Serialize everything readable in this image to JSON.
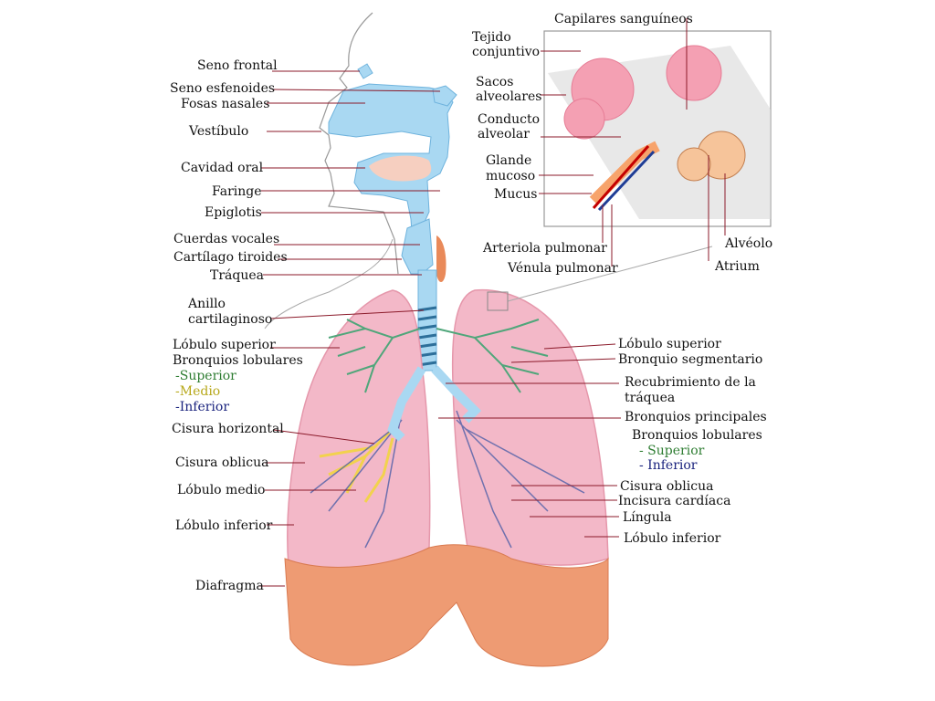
{
  "colors": {
    "airway_blue": "#a9d8f2",
    "lung_pink": "#f3b8c8",
    "diaphragm": "#ee9b73",
    "bronchi_green": "#4fa67a",
    "middle_lobe_yellow": "#f2d24d",
    "inferior_blue": "#4e5fa8",
    "leader_line": "#8b1a2a"
  },
  "left_labels": {
    "seno_frontal": "Seno frontal",
    "seno_esfenoides": "Seno esfenoides",
    "fosas_nasales": "Fosas nasales",
    "vestibulo": "Vestíbulo",
    "cavidad_oral": "Cavidad oral",
    "faringe": "Faringe",
    "epiglotis": "Epiglotis",
    "cuerdas_vocales": "Cuerdas vocales",
    "cartilago_tiroides": "Cartílago tiroides",
    "traquea": "Tráquea",
    "anillo_1": "Anillo",
    "anillo_2": "cartilaginoso",
    "lobulo_superior": "Lóbulo superior",
    "bronquios_lobulares": "Bronquios lobulares",
    "superior": "-Superior",
    "medio": "-Medio",
    "inferior": "-Inferior",
    "cisura_horizontal": "Cisura horizontal",
    "cisura_oblicua": "Cisura oblicua",
    "lobulo_medio": "Lóbulo medio",
    "lobulo_inferior": "Lóbulo inferior",
    "diafragma": "Diafragma"
  },
  "right_labels": {
    "lobulo_superior": "Lóbulo superior",
    "bronquio_segmentario": "Bronquio segmentario",
    "recubrimiento_1": "Recubrimiento de la",
    "recubrimiento_2": "tráquea",
    "bronquios_principales": "Bronquios principales",
    "bronquios_lobulares": "Bronquios lobulares",
    "superior": "- Superior",
    "inferior": "- Inferior",
    "cisura_oblicua": "Cisura oblicua",
    "incisura_cardiaca": "Incisura cardíaca",
    "lingula": "Língula",
    "lobulo_inferior": "Lóbulo inferior"
  },
  "inset_labels": {
    "capilares": "Capilares sanguíneos",
    "tejido_1": "Tejido",
    "tejido_2": "conjuntivo",
    "sacos_1": "Sacos",
    "sacos_2": "alveolares",
    "conducto_1": "Conducto",
    "conducto_2": "alveolar",
    "glande_1": "Glande",
    "glande_2": "mucoso",
    "mucus": "Mucus",
    "arteriola": "Arteriola pulmonar",
    "venula": "Vénula pulmonar",
    "alveolo": "Alvéolo",
    "atrium": "Atrium"
  }
}
